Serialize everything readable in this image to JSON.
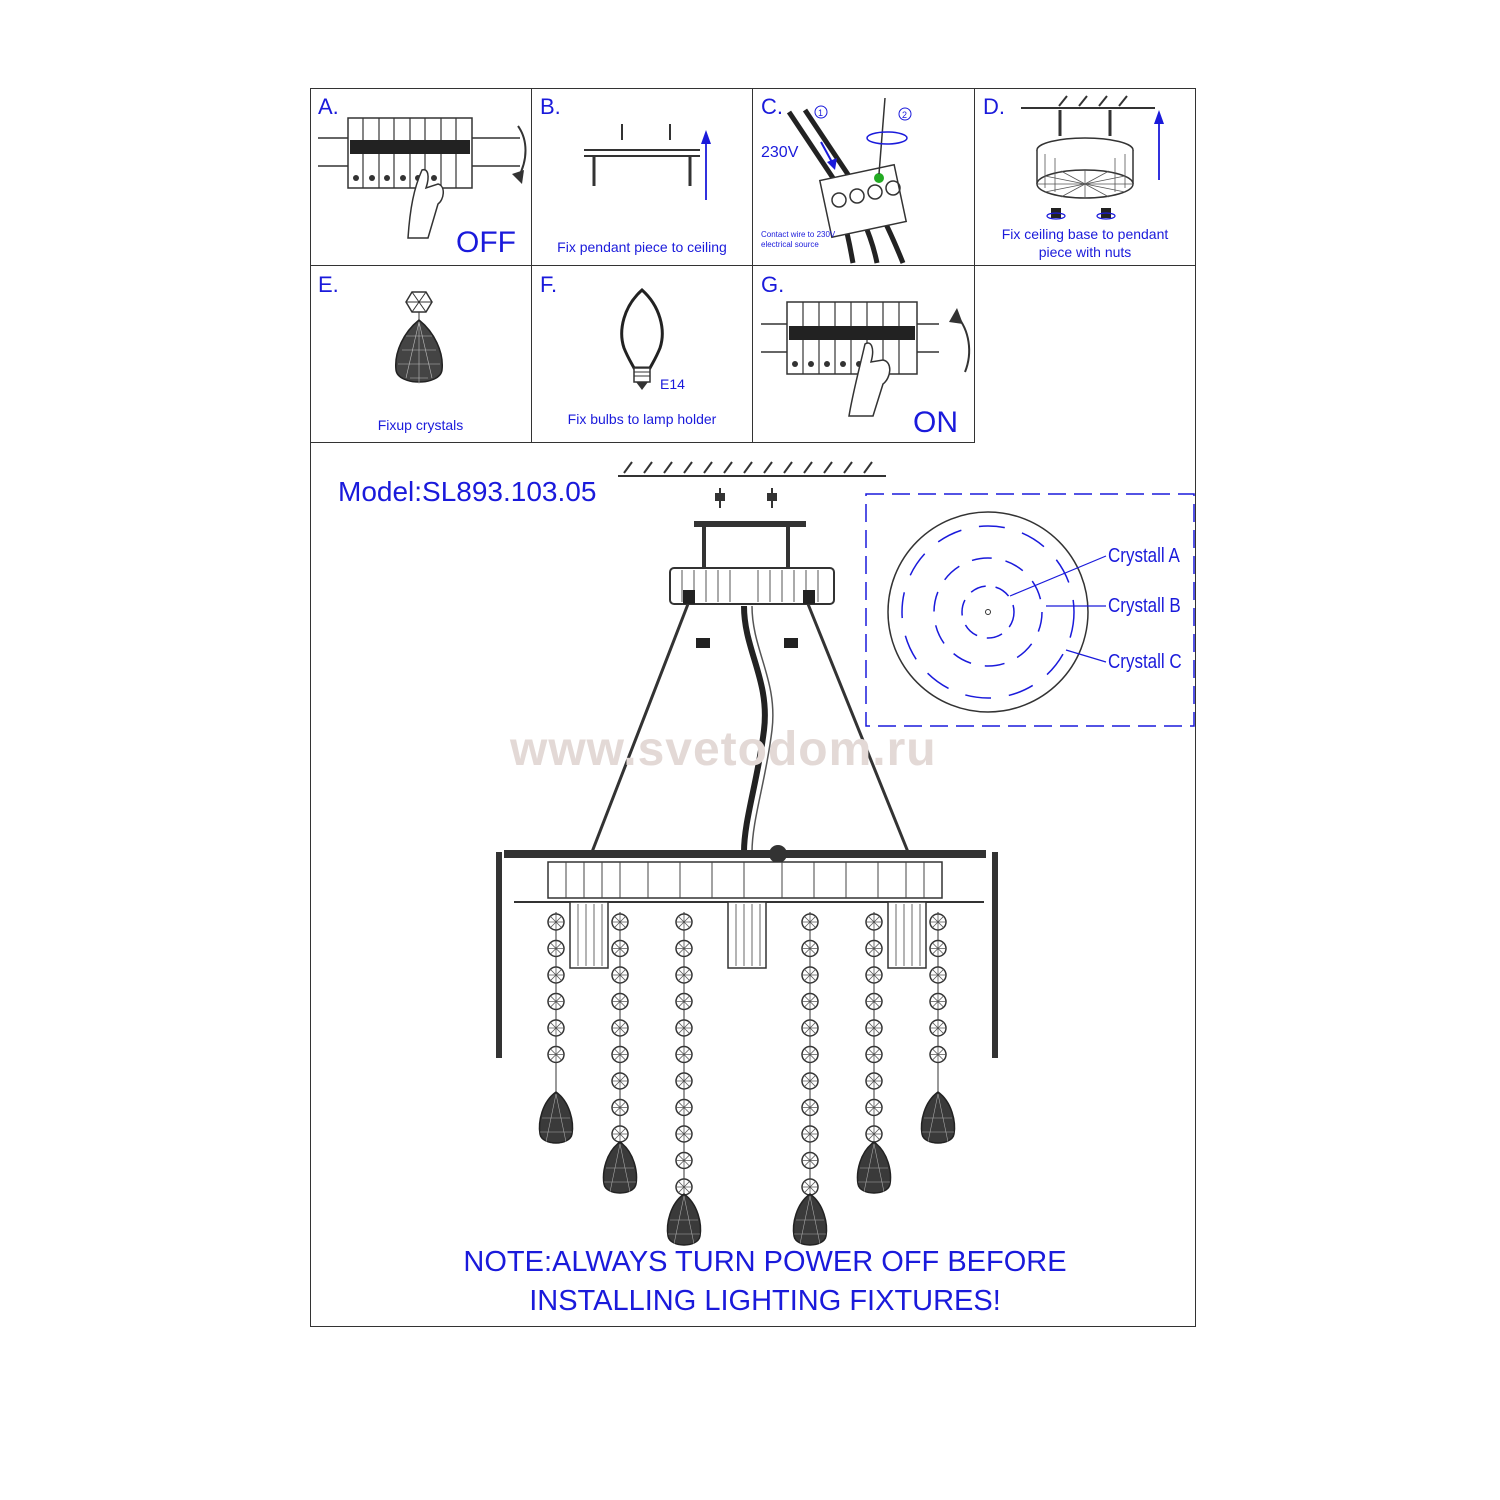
{
  "steps": [
    {
      "letter": "A.",
      "big_text": "OFF"
    },
    {
      "letter": "B.",
      "caption": "Fix pendant piece to ceiling"
    },
    {
      "letter": "C.",
      "voltage": "230V",
      "small_caption_1": "Contact wire to 230V",
      "small_caption_2": "electrical source",
      "num_1": "1",
      "num_2": "2"
    },
    {
      "letter": "D.",
      "caption_1": "Fix ceiling base to pendant",
      "caption_2": "piece with nuts"
    },
    {
      "letter": "E.",
      "caption": "Fixup crystals"
    },
    {
      "letter": "F.",
      "caption": "Fix bulbs to lamp holder",
      "bulb_type": "E14"
    },
    {
      "letter": "G.",
      "big_text": "ON"
    }
  ],
  "model": "Model:SL893.103.05",
  "watermark": "www.svetodom.ru",
  "crystal_labels": [
    "Crystall A",
    "Crystall B",
    "Crystall C"
  ],
  "note_line_1": "NOTE:ALWAYS TURN POWER OFF BEFORE",
  "note_line_2": "INSTALLING LIGHTING FIXTURES!",
  "colors": {
    "accent": "#1a1adb",
    "line": "#333333",
    "watermark": "#e3d9d6"
  }
}
